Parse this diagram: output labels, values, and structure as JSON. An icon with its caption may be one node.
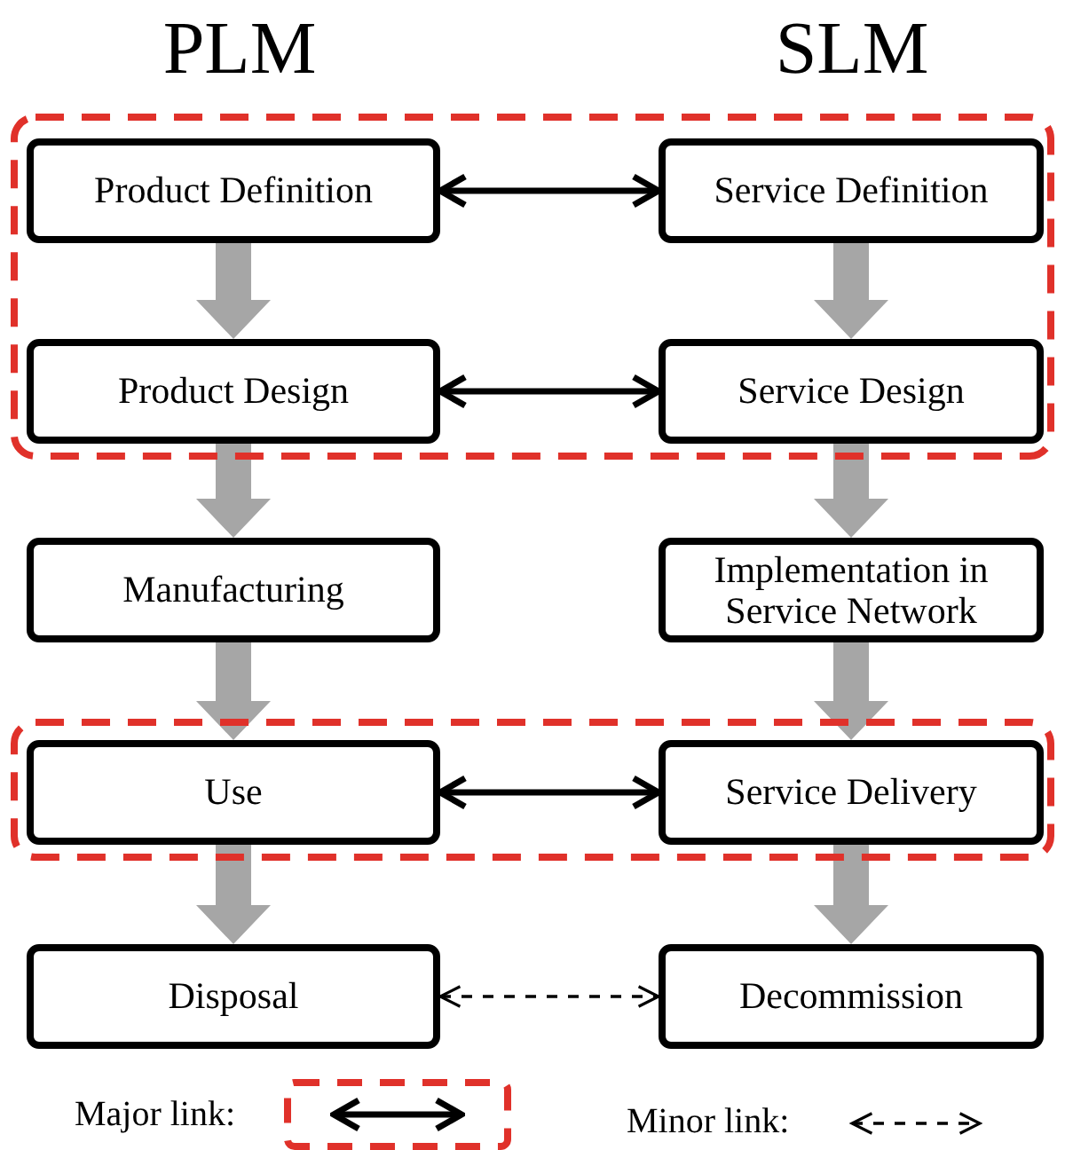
{
  "diagram": {
    "nodes": [
      {
        "text": [],
        "shape": "box"
      },
      {
        "text": [
          "Product Definition"
        ],
        "in": 0
      },
      {
        "text": [
          "Service Definition"
        ],
        "in": 0
      },
      {
        "text": [
          "Product Design"
        ],
        "in": 0
      },
      {
        "text": [
          "Service Design"
        ],
        "in": 0
      },
      {
        "text": [
          "Manufacturing"
        ]
      },
      {
        "text": [
          "Implementation in Service Network"
        ]
      },
      {
        "text": [],
        "shape": "box"
      },
      {
        "text": [
          "Use"
        ],
        "in": 7
      },
      {
        "text": [
          "Service Delivery"
        ],
        "in": 7
      },
      {
        "text": [
          "Disposal"
        ]
      },
      {
        "text": [
          "Decommission"
        ]
      }
    ],
    "edges": [
      {
        "from": 1,
        "to": 2,
        "arrow": "both",
        "color": "#000000"
      },
      {
        "from": 1,
        "to": 3,
        "arrow": "to",
        "style": "thick",
        "color": "#a6a6a6"
      },
      {
        "from": 2,
        "to": 4,
        "arrow": "to",
        "style": "thick",
        "color": "#a6a6a6"
      },
      {
        "from": 3,
        "to": 4,
        "arrow": "both",
        "color": "#000000"
      },
      {
        "from": 3,
        "to": 5,
        "arrow": "to",
        "style": "thick",
        "color": "#a6a6a6"
      },
      {
        "from": 4,
        "to": 6,
        "arrow": "to",
        "style": "thick",
        "color": "#a6a6a6"
      },
      {
        "from": 5,
        "to": 8,
        "arrow": "to",
        "style": "thick",
        "color": "#a6a6a6"
      },
      {
        "from": 6,
        "to": 9,
        "arrow": "to",
        "style": "thick",
        "color": "#a6a6a6"
      },
      {
        "from": 8,
        "to": 9,
        "arrow": "both",
        "color": "#000000"
      },
      {
        "from": 8,
        "to": 10,
        "arrow": "to",
        "style": "thick",
        "color": "#a6a6a6"
      },
      {
        "from": 9,
        "to": 11,
        "arrow": "to",
        "style": "thick",
        "color": "#a6a6a6"
      },
      {
        "from": 10,
        "to": 11,
        "arrow": "both",
        "style": "dashed",
        "color": "#000000"
      }
    ],
    "labels": [
      "PLM",
      "SLM"
    ],
    "legend": [
      {
        "text": "Major link:"
      },
      {
        "text": "Minor link:"
      }
    ]
  }
}
